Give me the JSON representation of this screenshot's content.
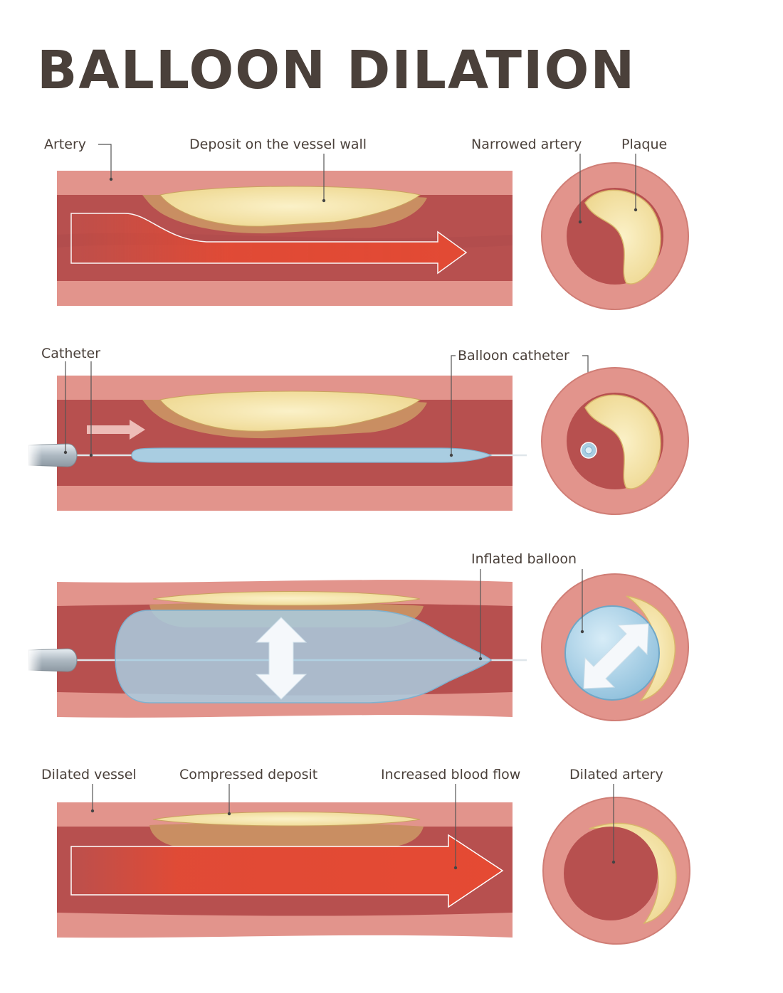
{
  "title": "BALLOON DILATION",
  "colors": {
    "wall": "#e2948c",
    "lumen": "#b7504f",
    "plaque": "#f5e6ad",
    "deposit": "#c98e62",
    "blood": "#e54a33",
    "balloon": "#a9cde1",
    "text": "#4a403a"
  },
  "panels": [
    {
      "id": "narrowed",
      "labels": {
        "artery": "Artery",
        "deposit": "Deposit on the vessel wall",
        "narrowed_artery": "Narrowed artery",
        "plaque": "Plaque"
      }
    },
    {
      "id": "catheter",
      "labels": {
        "catheter": "Catheter",
        "balloon_catheter": "Balloon catheter"
      }
    },
    {
      "id": "inflated",
      "labels": {
        "inflated_balloon": "Inflated balloon"
      }
    },
    {
      "id": "dilated",
      "labels": {
        "dilated_vessel": "Dilated vessel",
        "compressed_deposit": "Compressed deposit",
        "increased_flow": "Increased blood flow",
        "dilated_artery": "Dilated artery"
      }
    }
  ]
}
